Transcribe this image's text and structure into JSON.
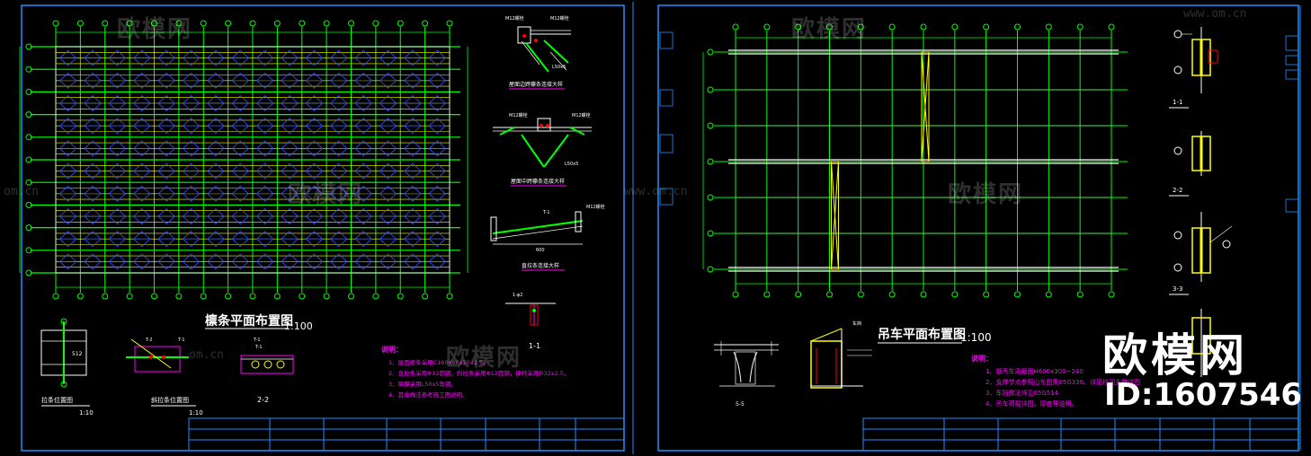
{
  "colors": {
    "background": "#000000",
    "frame": "#1e90ff",
    "grid": "#00ff00",
    "purlin": "#ffff00",
    "brace": "#0000ff",
    "note": "#ff00ff",
    "label": "#ffffff",
    "detail_red": "#ff0000",
    "cyan": "#00ffff"
  },
  "watermark": {
    "brand": "欧模网",
    "site": "www.om.cn",
    "site_short": "om.cn",
    "id": "ID:1607546"
  },
  "left_sheet": {
    "plan_title": "檩条平面布置图",
    "plan_scale": "1:100",
    "details": {
      "edge_purlin": "屋面边跨檩条连接大样",
      "mid_purlin": "屋面中跨檩条连接大样",
      "tie_rod": "直拉条连接大样",
      "section_1_1": "1-1",
      "section_2_2": "2-2",
      "tie_position": "拉条位置图",
      "tie_position_scale": "1:10",
      "diag_tie_position": "斜拉条位置图",
      "diag_tie_position_scale": "1:10"
    },
    "notes": {
      "heading": "说明：",
      "items": [
        "1、屋面檩条采用C160x60x20x2.5。",
        "2、直拉条采用Φ12圆钢，斜拉条采用Φ12圆钢，撑杆采用D32x2.5。",
        "3、隅撑采用L50x5角钢。",
        "4、其余做法参考施工图说明。"
      ]
    }
  },
  "right_sheet": {
    "plan_title": "吊车平面布置图",
    "plan_scale": "1:100",
    "sections": {
      "s1": "1-1",
      "s2": "2-2",
      "s3": "3-3",
      "s5": "5-5"
    },
    "notes": {
      "heading": "说明：",
      "items": [
        "1、钢吊车梁截面H600x300~240",
        "2、支撑节点参照山东图集05G336、详见柱间支撑详图",
        "3、车挡做法详见05G514",
        "4、吊车荷载详图，厚度等说明。"
      ]
    }
  }
}
